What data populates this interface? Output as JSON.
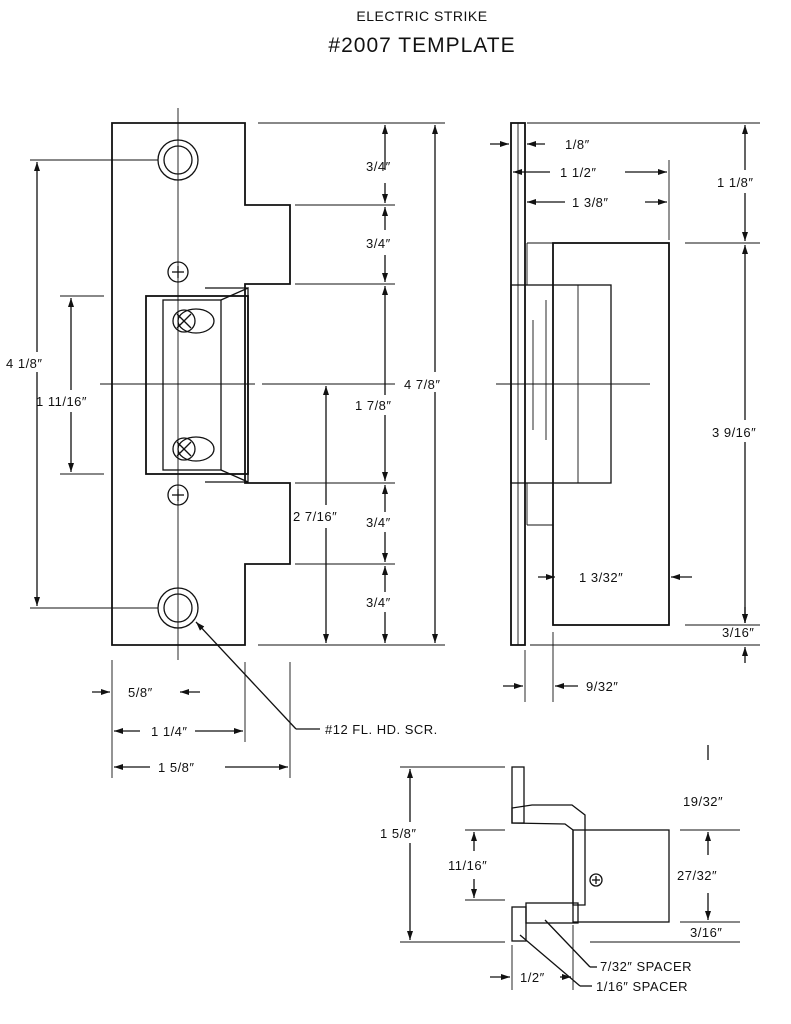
{
  "title": {
    "line1": "ELECTRIC STRIKE",
    "line2": "#2007 TEMPLATE"
  },
  "front_view": {
    "dim_top_notch": "3/4″",
    "dim_upper_step": "3/4″",
    "dim_center": "1 7/8″",
    "dim_overall_height": "4 7/8″",
    "dim_lower_step": "3/4″",
    "dim_bottom_notch": "3/4″",
    "dim_hole_spacing": "4 1/8″",
    "dim_body_height": "1 11/16″",
    "dim_center_to_bottom": "2 7/16″",
    "dim_hole_offset": "5/8″",
    "dim_notch_width": "1 1/4″",
    "dim_plate_width": "1 5/8″",
    "screw_callout": "#12 FL. HD. SCR."
  },
  "side_view": {
    "dim_plate_thickness": "1/8″",
    "dim_depth_a": "1 1/2″",
    "dim_depth_b": "1 3/8″",
    "dim_top_offset": "1 1/8″",
    "dim_body_length": "3 9/16″",
    "dim_body_depth": "1 3/32″",
    "dim_bottom_offset": "3/16″",
    "dim_face_gap": "9/32″"
  },
  "section_view": {
    "dim_overall": "1 5/8″",
    "dim_lip": "11/16″",
    "dim_top": "19/32″",
    "dim_keeper": "27/32″",
    "dim_bottom": "3/16″",
    "dim_offset": "1/2″",
    "spacer_thick": "7/32″ SPACER",
    "spacer_thin": "1/16″ SPACER"
  }
}
